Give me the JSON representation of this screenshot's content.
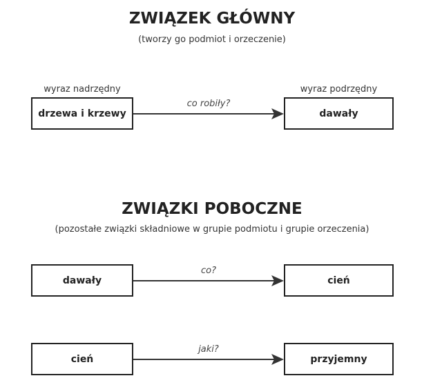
{
  "main": {
    "title": "ZWIĄZEK GŁÓWNY",
    "subtitle": "(tworzy go podmiot i orzeczenie)",
    "left_label": "wyraz nadrzędny",
    "right_label": "wyraz podrzędny"
  },
  "secondary": {
    "title": "ZWIĄZKI POBOCZNE",
    "subtitle": "(pozostałe związki składniowe w grupie podmiotu i grupie orzeczenia)"
  },
  "rows": [
    {
      "from": "drzewa i krzewy",
      "question": "co robiły?",
      "to": "dawały"
    },
    {
      "from": "dawały",
      "question": "co?",
      "to": "cień"
    },
    {
      "from": "cień",
      "question": "jaki?",
      "to": "przyjemny"
    }
  ]
}
